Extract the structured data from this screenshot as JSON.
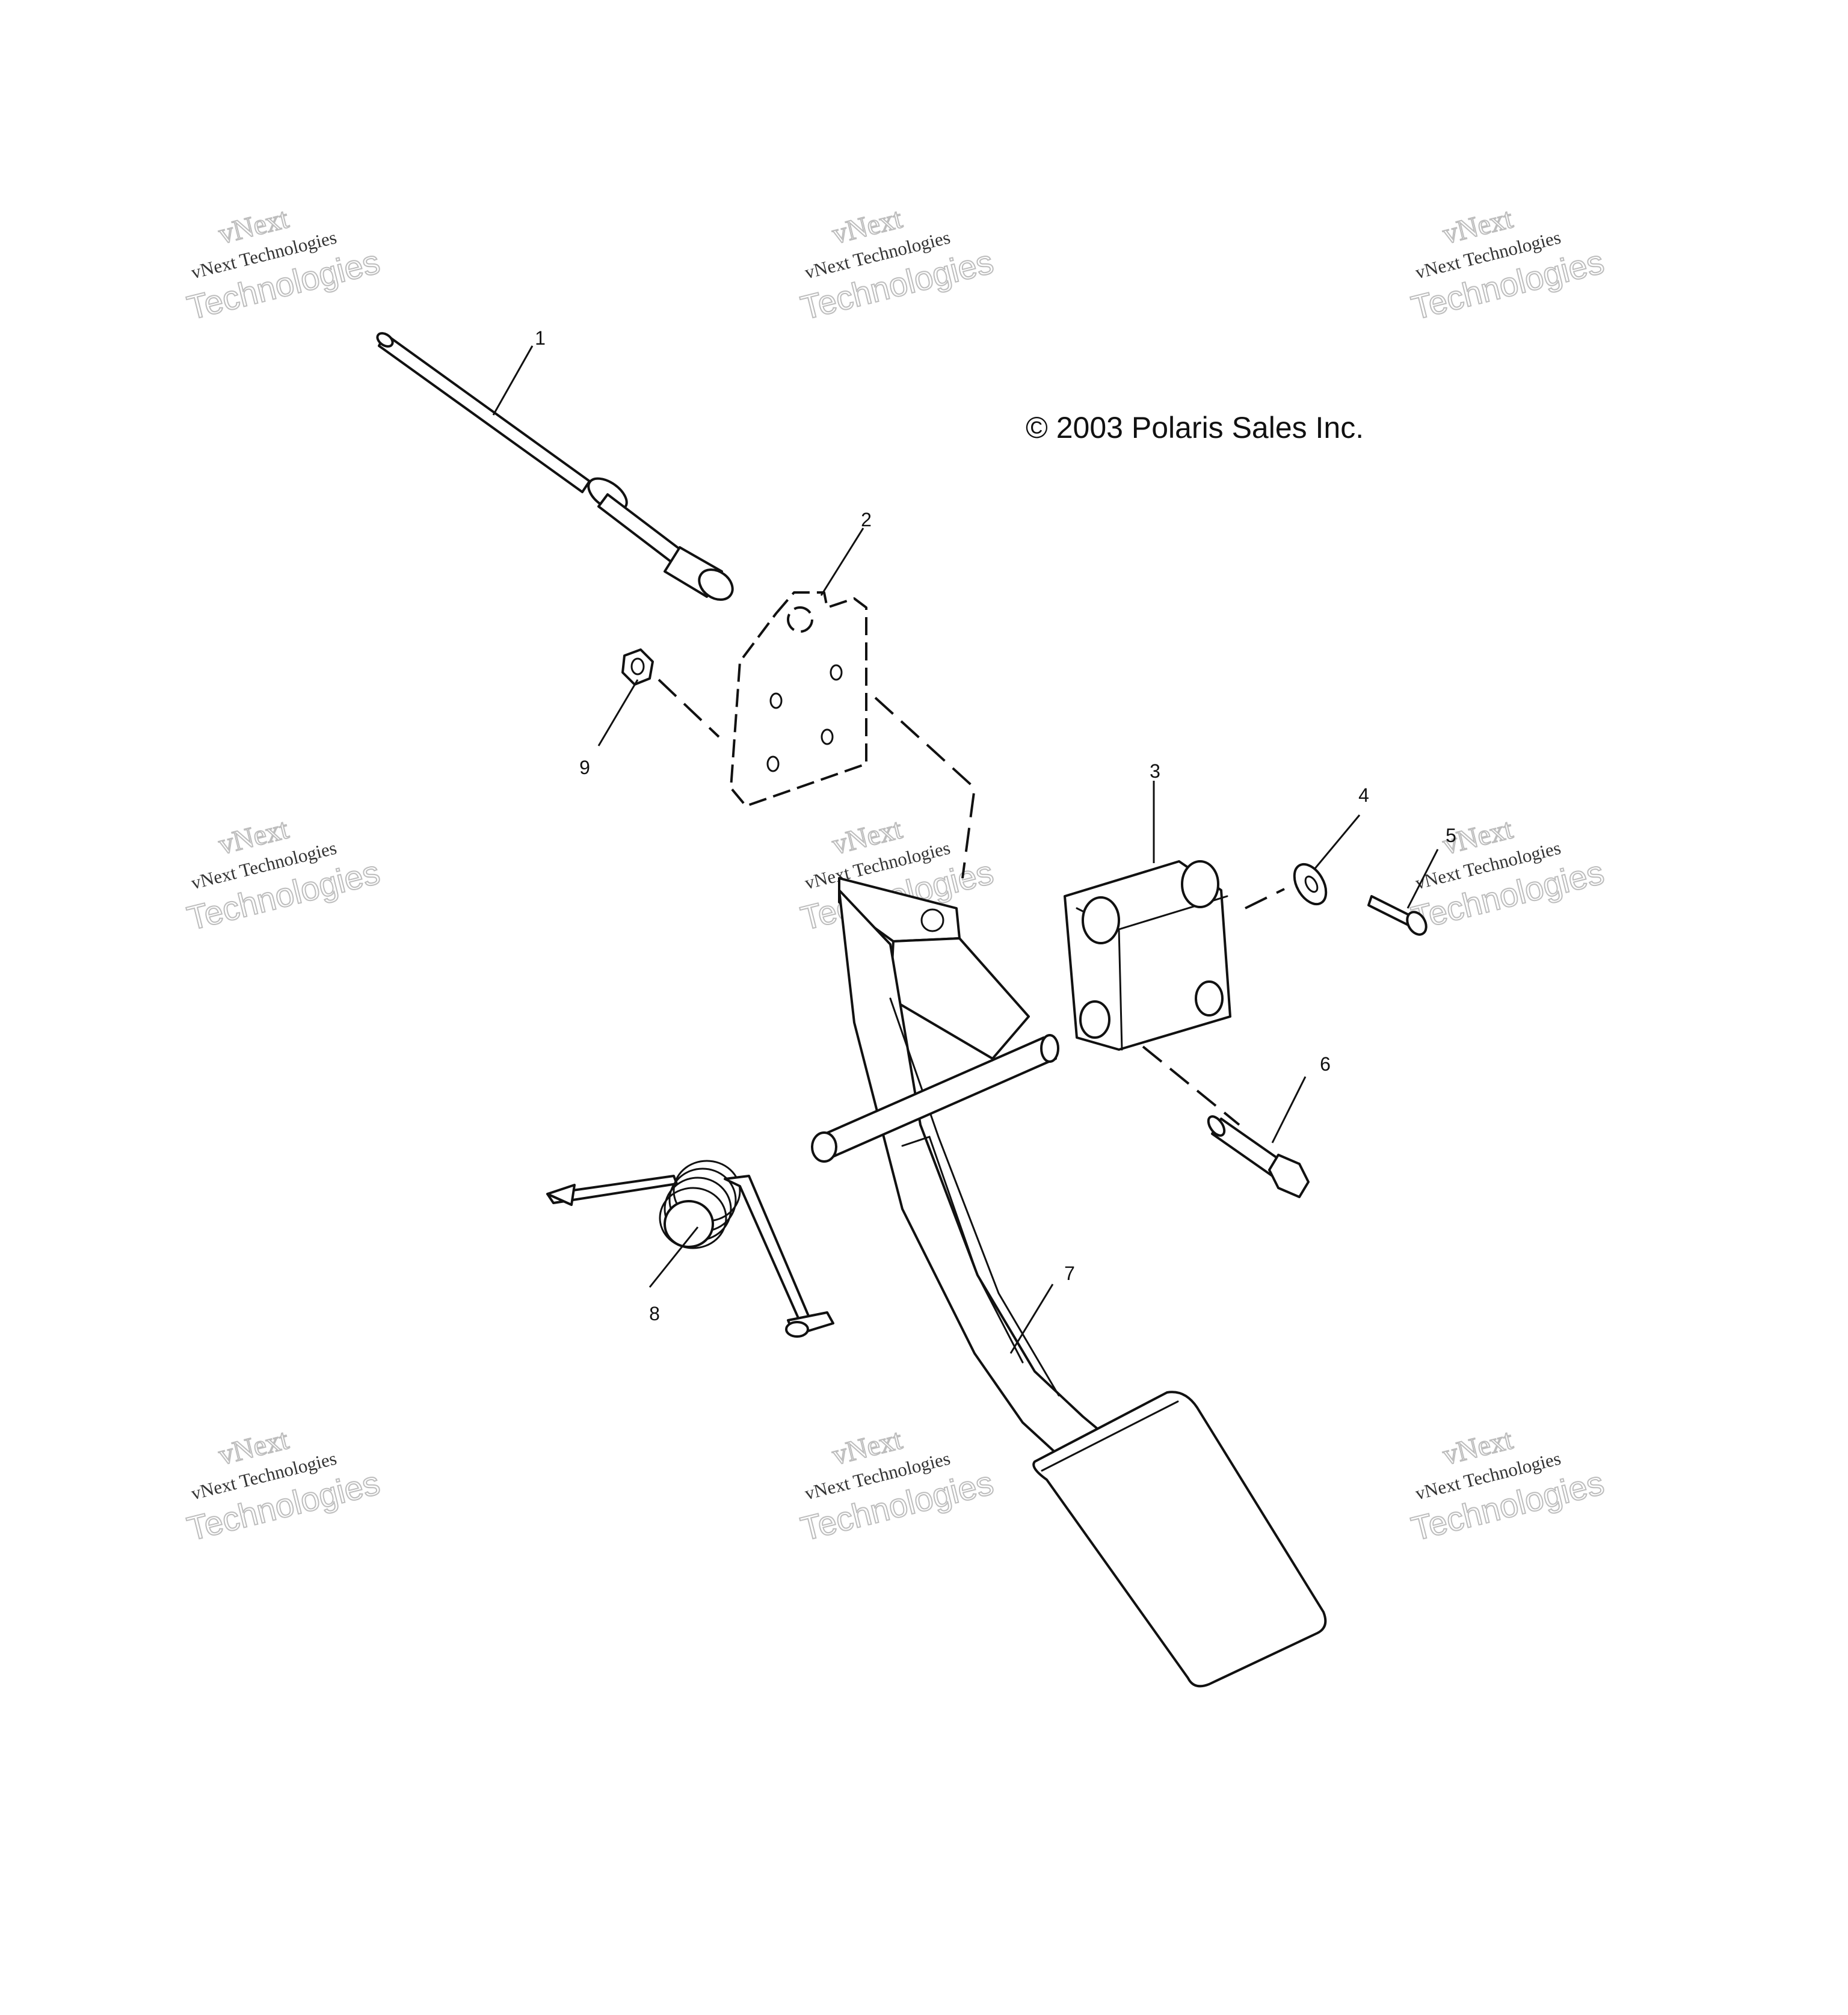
{
  "copyright": "© 2003 Polaris Sales Inc.",
  "watermark": {
    "line1": "vNext",
    "line2": "vNext Technologies",
    "line3": "Technologies"
  },
  "callouts": [
    {
      "id": "1",
      "label": "1"
    },
    {
      "id": "2",
      "label": "2"
    },
    {
      "id": "3",
      "label": "3"
    },
    {
      "id": "4",
      "label": "4"
    },
    {
      "id": "5",
      "label": "5"
    },
    {
      "id": "6",
      "label": "6"
    },
    {
      "id": "7",
      "label": "7"
    },
    {
      "id": "8",
      "label": "8"
    },
    {
      "id": "9",
      "label": "9"
    }
  ],
  "colors": {
    "line": "#111111",
    "background": "#ffffff",
    "watermark": "#bdbdbd"
  }
}
